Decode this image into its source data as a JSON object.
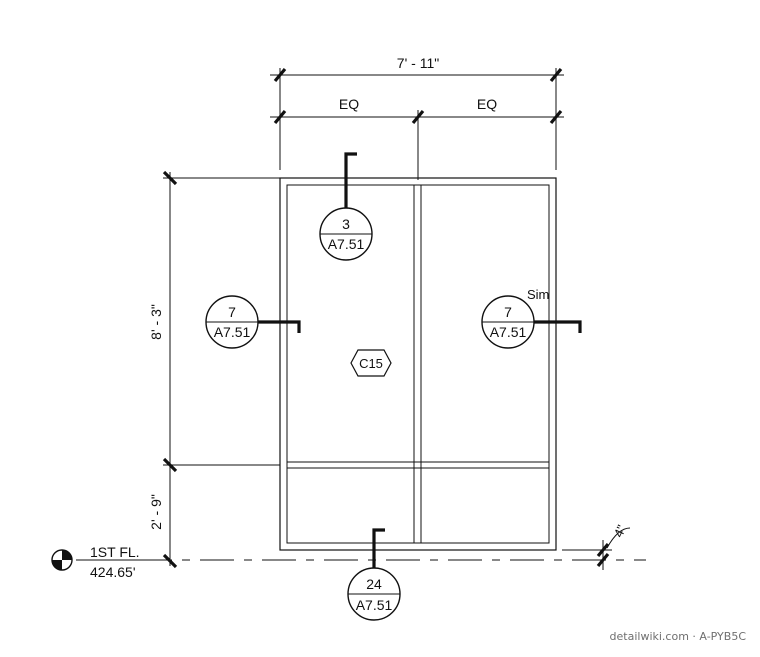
{
  "dimensions": {
    "overall_width": "7' - 11\"",
    "left_half": "EQ",
    "right_half": "EQ",
    "upper_height": "8' - 3\"",
    "lower_height": "2' - 9\"",
    "offset": "4\""
  },
  "callouts": {
    "top": {
      "number": "3",
      "sheet": "A7.51"
    },
    "left": {
      "number": "7",
      "sheet": "A7.51"
    },
    "right": {
      "number": "7",
      "sheet": "A7.51",
      "note": "Sim"
    },
    "bottom": {
      "number": "24",
      "sheet": "A7.51"
    }
  },
  "type_tag": "C15",
  "level": {
    "name": "1ST FL.",
    "elevation": "424.65'"
  },
  "watermark": "detailwiki.com · A-PYB5C"
}
